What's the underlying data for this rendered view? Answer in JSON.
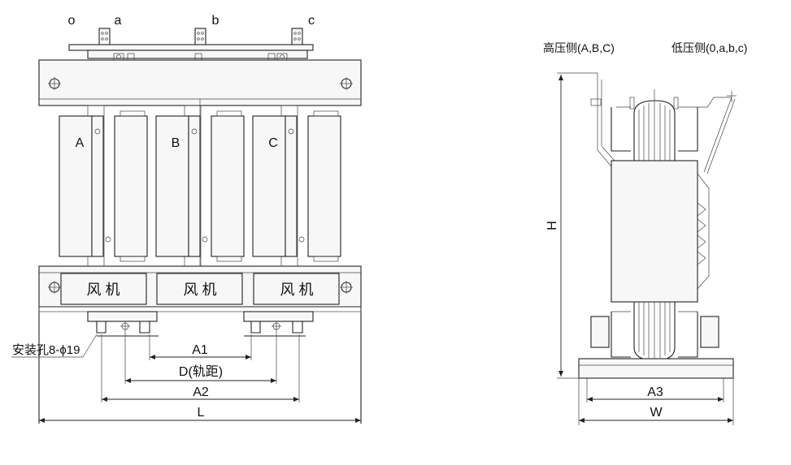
{
  "front_view": {
    "terminals": [
      "o",
      "a",
      "b",
      "c"
    ],
    "phases": [
      "A",
      "B",
      "C"
    ],
    "fans": [
      "风 机",
      "风 机",
      "风 机"
    ],
    "mount_hole": "安装孔8-ϕ19",
    "dimensions": {
      "a1": "A1",
      "d": "D(轨距)",
      "a2": "A2",
      "l": "L"
    }
  },
  "side_view": {
    "high_voltage_side": "高压侧(A,B,C)",
    "low_voltage_side": "低压侧(0,a,b,c)",
    "dimensions": {
      "h": "H",
      "a3": "A3",
      "w": "W"
    }
  },
  "colors": {
    "line": "#222222",
    "background": "#ffffff"
  }
}
